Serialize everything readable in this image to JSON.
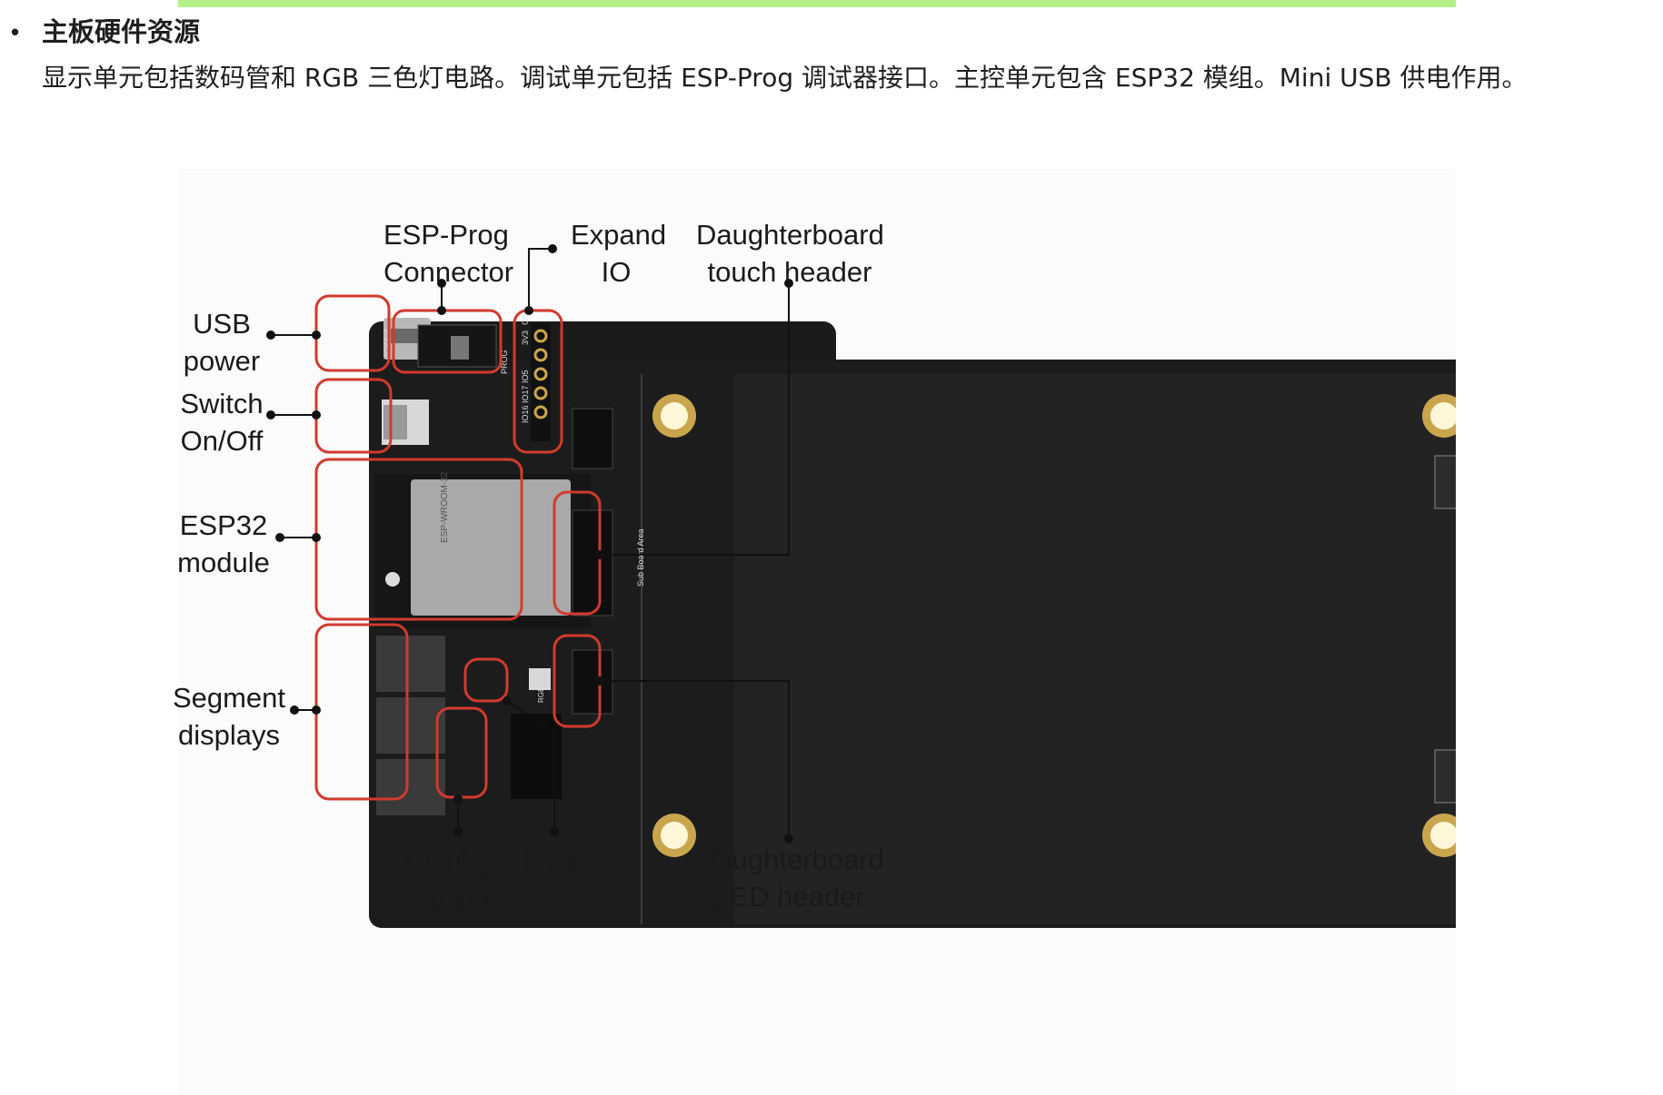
{
  "doc": {
    "bullet": "•",
    "heading": "主板硬件资源",
    "paragraph": "显示单元包括数码管和 RGB 三色灯电路。调试单元包括 ESP-Prog 调试器接口。主控单元包含 ESP32 模组。Mini USB 供电作用。"
  },
  "labels": {
    "esp_prog": [
      "ESP-Prog",
      "Connector"
    ],
    "expand_io": [
      "Expand",
      "IO"
    ],
    "touch_header": [
      "Daughterboard",
      "touch header"
    ],
    "usb_power": [
      "USB",
      "power"
    ],
    "switch": [
      "Switch",
      "On/Off"
    ],
    "esp32": [
      "ESP32",
      "module"
    ],
    "segment": [
      "Segment",
      "displays"
    ],
    "displays_driver": [
      "Displays",
      "driver"
    ],
    "rgb": "RGB",
    "led_header": [
      "Daughterboard",
      "LED header"
    ]
  },
  "silkscreen": {
    "power": "POWER",
    "prog": "PROG",
    "gnd": "GND",
    "v33": "3V3",
    "io": "IO16 IO17 IO5",
    "sub_board": "Sub Board Area",
    "rgb": "RGB",
    "module": "ESP-WROOM-32"
  },
  "colors": {
    "pcb": "#1b1b1b",
    "highlight": "#d23a2e",
    "accent_bar": "#b5ef8a",
    "gold": "#d9b45a"
  }
}
